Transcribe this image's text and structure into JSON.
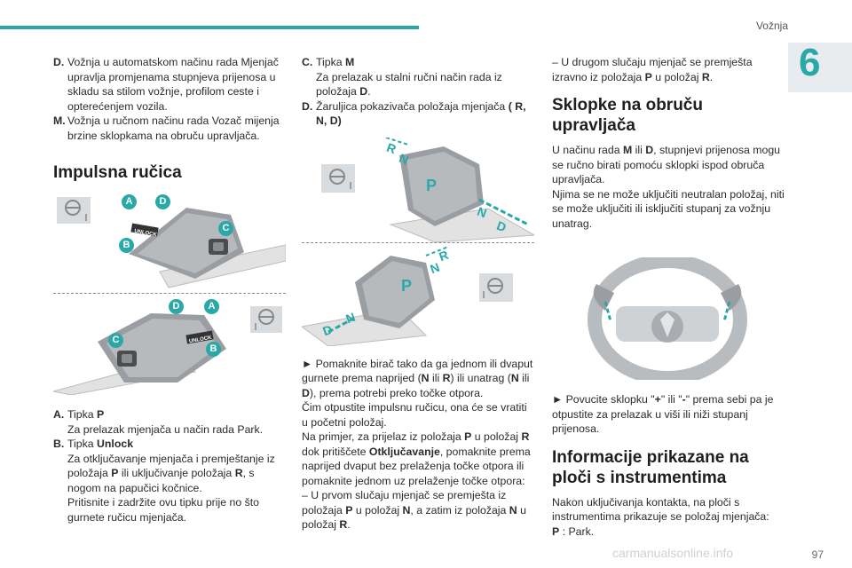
{
  "header": {
    "title": "Vožnja",
    "chapter": "6",
    "page": "97",
    "watermark": "carmanualsonline.info"
  },
  "colors": {
    "accent": "#2aa8a8",
    "badge": "#2aa8a8"
  },
  "col1": {
    "d_key": "D.",
    "d_text": "Vožnja u automatskom načinu rada Mjenjač upravlja promjenama stupnjeva prijenosa u skladu sa stilom vožnje, profilom ceste i opterećenjem vozila.",
    "m_key": "M.",
    "m_text": "Vožnja u ručnom načinu rada Vozač mijenja brzine sklopkama na obruču upravljača.",
    "heading": "Impulsna ručica",
    "badge_a": "A",
    "badge_b": "B",
    "badge_c": "C",
    "badge_d": "D",
    "unlock": "UNLOCK",
    "a_key": "A.",
    "a_line1_pre": "Tipka ",
    "a_line1_bold": "P",
    "a_line2": "Za prelazak mjenjača u način rada Park.",
    "b_key": "B.",
    "b_line1_pre": "Tipka ",
    "b_line1_bold": "Unlock",
    "b_line2_pre": "Za otključavanje mjenjača i premještanje iz položaja ",
    "b_line2_p": "P",
    "b_line2_mid": " ili uključivanje položaja ",
    "b_line2_r": "R",
    "b_line2_end": ", s nogom na papučici kočnice.",
    "b_line3": "Pritisnite i zadržite ovu tipku prije no što gurnete ručicu mjenjača."
  },
  "col2": {
    "c_key": "C.",
    "c_line1_pre": "Tipka ",
    "c_line1_bold": "M",
    "c_line2_pre": "Za prelazak u stalni ručni način rada iz položaja ",
    "c_line2_bold": "D",
    "c_line2_end": ".",
    "d_key": "D.",
    "d_text_pre": "Žaruljica pokazivača položaja mjenjača ",
    "d_text_bold": "( R, N, D)",
    "gear_r": "R",
    "gear_n": "N",
    "gear_p": "P",
    "gear_d": "D",
    "para1_pre": "► Pomaknite birač tako da ga jednom ili dvaput gurnete prema naprijed (",
    "para1_n": "N",
    "para1_mid": " ili ",
    "para1_r": "R",
    "para1_mid2": ") ili unatrag (",
    "para1_n2": "N",
    "para1_mid3": " ili ",
    "para1_d": "D",
    "para1_end": "), prema potrebi preko točke otpora.",
    "para2": "Čim otpustite impulsnu ručicu, ona će se vratiti u početni položaj.",
    "para3_pre": "Na primjer, za prijelaz iz položaja ",
    "para3_p": "P",
    "para3_mid": " u položaj ",
    "para3_r": "R",
    "para3_mid2": " dok pritiščete ",
    "para3_bold": "Otključavanje",
    "para3_end": ", pomaknite prema naprijed dvaput bez prelaženja točke otpora ili pomaknite jednom uz prelaženje točke otpora:",
    "para4_pre": "– U prvom slučaju mjenjač se premješta iz položaja ",
    "para4_p": "P",
    "para4_mid": " u položaj ",
    "para4_n": "N",
    "para4_mid2": ", a zatim iz položaja ",
    "para4_n2": "N",
    "para4_mid3": " u položaj ",
    "para4_r": "R",
    "para4_end": "."
  },
  "col3": {
    "para0_pre": "– U drugom slučaju mjenjač se premješta izravno iz položaja ",
    "para0_p": "P",
    "para0_mid": " u položaj ",
    "para0_r": "R",
    "para0_end": ".",
    "heading1": "Sklopke na obruču upravljača",
    "para1_pre": "U načinu rada ",
    "para1_m": "M",
    "para1_mid": " ili ",
    "para1_d": "D",
    "para1_end": ", stupnjevi prijenosa mogu se ručno birati pomoću sklopki ispod obruča upravljača.",
    "para2": "Njima se ne može uključiti neutralan položaj, niti se može uključiti ili isključiti stupanj za vožnju unatrag.",
    "para3_pre": "► Povucite sklopku \"",
    "para3_plus": "+",
    "para3_mid": "\" ili \"",
    "para3_minus": "-",
    "para3_end": "\" prema sebi pa je otpustite za prelazak u viši ili niži stupanj prijenosa.",
    "heading2": "Informacije prikazane na ploči s instrumentima",
    "para4": "Nakon uključivanja kontakta, na ploči s instrumentima prikazuje se položaj mjenjača:",
    "para5_bold": "P",
    "para5_end": " : Park."
  }
}
